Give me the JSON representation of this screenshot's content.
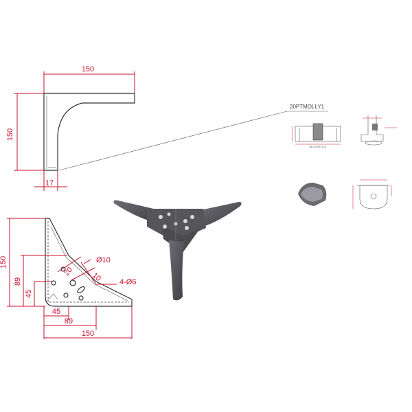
{
  "side_view": {
    "width_label": "150",
    "height_label": "150",
    "foot_label": "17"
  },
  "plan_view": {
    "height_label": "150",
    "dim_89_v": "89",
    "dim_45_v": "45",
    "dim_45_h": "45",
    "dim_89_h": "89",
    "width_label": "150",
    "dia_10": "Ø10",
    "dim_20": "20",
    "dim_10": "10",
    "holes": "4-Ø6"
  },
  "detail": {
    "part_code": "20PTMOLLY1"
  },
  "colors": {
    "dimension": "#c8102e",
    "leg_dark": "#4a4a4f",
    "leg_light": "#6d6d73"
  }
}
